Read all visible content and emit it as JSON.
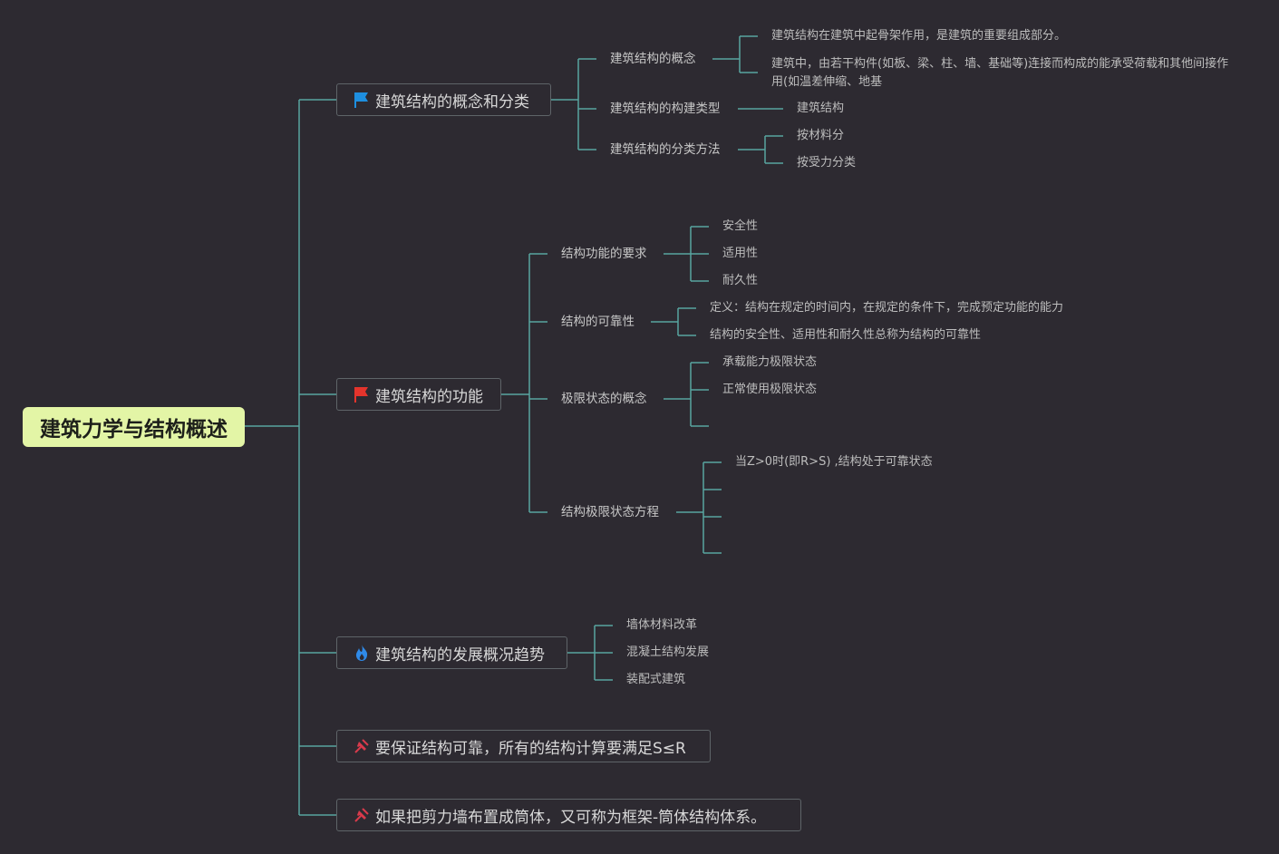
{
  "root": "建筑力学与结构概述",
  "colors": {
    "background": "#2d2a31",
    "connector": "#58a5a0",
    "root_fill": "#e3f5a6",
    "flag_blue": "#1e8fe0",
    "flag_red": "#e4342c",
    "flame_blue": "#2f8ae8",
    "pin_red": "#d93a4b"
  },
  "branches": [
    {
      "title": "建筑结构的概念和分类",
      "icon": "blue-flag-icon",
      "children": [
        {
          "title": "建筑结构的概念",
          "children": [
            "建筑结构在建筑中起骨架作用，是建筑的重要组成部分。",
            "建筑中，由若干构件(如板、梁、柱、墙、基础等)连接而构成的能承受荷载和其他间接作用(如温差伸缩、地基"
          ]
        },
        {
          "title": "建筑结构的构建类型",
          "children": [
            "建筑结构"
          ]
        },
        {
          "title": "建筑结构的分类方法",
          "children": [
            "按材料分",
            "按受力分类"
          ]
        }
      ]
    },
    {
      "title": "建筑结构的功能",
      "icon": "red-flag-icon",
      "children": [
        {
          "title": "结构功能的要求",
          "children": [
            "安全性",
            "适用性",
            "耐久性"
          ]
        },
        {
          "title": "结构的可靠性",
          "children": [
            "定义：结构在规定的时间内，在规定的条件下，完成预定功能的能力",
            "结构的安全性、适用性和耐久性总称为结构的可靠性"
          ]
        },
        {
          "title": "极限状态的概念",
          "children": [
            "承载能力极限状态",
            "正常使用极限状态",
            ""
          ]
        },
        {
          "title": "结构极限状态方程",
          "children": [
            "当Z>0时(即R>S) ,结构处于可靠状态",
            "",
            "",
            ""
          ]
        }
      ]
    },
    {
      "title": "建筑结构的发展概况趋势",
      "icon": "flame-icon",
      "children": [
        "墙体材料改革",
        "混凝土结构发展",
        "装配式建筑"
      ]
    },
    {
      "title": "要保证结构可靠，所有的结构计算要满足S≤R",
      "icon": "pin-icon",
      "children": []
    },
    {
      "title": "如果把剪力墙布置成筒体，又可称为框架-筒体结构体系。",
      "icon": "pin-icon",
      "children": []
    }
  ]
}
